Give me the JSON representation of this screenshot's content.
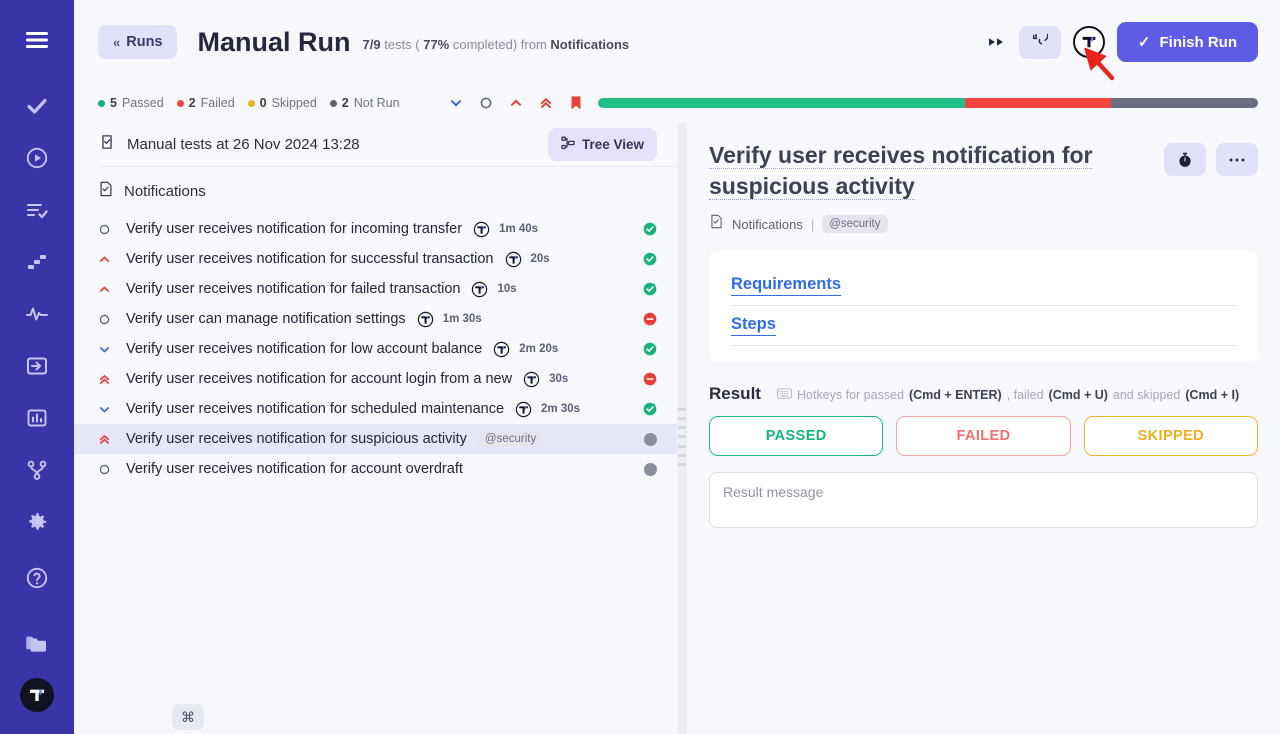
{
  "app": {
    "rail_icons": [
      {
        "name": "hamburger-menu-icon"
      },
      {
        "name": "check-icon"
      },
      {
        "name": "play-circle-icon"
      },
      {
        "name": "list-check-icon"
      },
      {
        "name": "steps-icon"
      },
      {
        "name": "activity-pulse-icon"
      },
      {
        "name": "import-arrow-icon"
      },
      {
        "name": "bar-chart-icon"
      },
      {
        "name": "git-branch-icon"
      },
      {
        "name": "gear-icon"
      },
      {
        "name": "help-circle-icon"
      },
      {
        "name": "folder-icon"
      }
    ],
    "avatar_letter": "T"
  },
  "header": {
    "back_label": "Runs",
    "back_chevron": "«",
    "title": "Manual Run",
    "subtitle_count": "7/9",
    "subtitle_tests": "tests (",
    "subtitle_percent": "77%",
    "subtitle_completed": "completed) from",
    "subtitle_source": "Notifications",
    "fast_forward_icon": "fast-forward-icon",
    "timer_button_icon": "timer-reset-icon",
    "logo_letter": "T",
    "finish_label": "Finish Run",
    "finish_check": "✓",
    "finish_color": "#5c5ce5"
  },
  "status": {
    "counts": [
      {
        "value": "5",
        "label": "Passed",
        "color": "#13b37c"
      },
      {
        "value": "2",
        "label": "Failed",
        "color": "#f3453f"
      },
      {
        "value": "0",
        "label": "Skipped",
        "color": "#f0ae1e"
      },
      {
        "value": "2",
        "label": "Not Run",
        "color": "#5e6376"
      }
    ],
    "priority_filters": [
      {
        "name": "priority-low-filter",
        "glyph": "chevron-down",
        "color": "#3e6ae1"
      },
      {
        "name": "priority-medium-filter",
        "glyph": "circle",
        "color": "#5e6376"
      },
      {
        "name": "priority-high-filter",
        "glyph": "chevron-up",
        "color": "#e8413c"
      },
      {
        "name": "priority-critical-filter",
        "glyph": "double-chevron-up",
        "color": "#e8413c"
      },
      {
        "name": "priority-blocker-filter",
        "glyph": "flag",
        "color": "#e8413c"
      }
    ],
    "progress": {
      "passed_pct": 55.6,
      "failed_pct": 22.2,
      "notrun_pct": 22.2,
      "passed_color": "#1fbf85",
      "failed_color": "#f3453f",
      "notrun_color": "#6a6e80"
    }
  },
  "list": {
    "header_icon": "clipboard-check-icon",
    "header_title": "Manual tests at 26 Nov 2024 13:28",
    "tree_view_label": "Tree View",
    "tree_view_icon": "tree-view-icon",
    "suite_icon": "file-check-icon",
    "suite_name": "Notifications",
    "tests": [
      {
        "priority": "circle",
        "name": "Verify user receives notification for incoming transfer",
        "has_logo": true,
        "duration": "1m 40s",
        "tag": "",
        "status": "passed"
      },
      {
        "priority": "chevron-up",
        "name": "Verify user receives notification for successful transaction",
        "has_logo": true,
        "duration": "20s",
        "tag": "",
        "status": "passed"
      },
      {
        "priority": "chevron-up",
        "name": "Verify user receives notification for failed transaction",
        "has_logo": true,
        "duration": "10s",
        "tag": "",
        "status": "passed"
      },
      {
        "priority": "circle",
        "name": "Verify user can manage notification settings",
        "has_logo": true,
        "duration": "1m 30s",
        "tag": "",
        "status": "failed"
      },
      {
        "priority": "chevron-down",
        "name": "Verify user receives notification for low account balance",
        "has_logo": true,
        "duration": "2m 20s",
        "tag": "",
        "status": "passed"
      },
      {
        "priority": "double-chevron-up",
        "name": "Verify user receives notification for account login from a new",
        "has_logo": true,
        "duration": "30s",
        "tag": "",
        "status": "failed"
      },
      {
        "priority": "chevron-down",
        "name": "Verify user receives notification for scheduled maintenance",
        "has_logo": true,
        "duration": "2m 30s",
        "tag": "",
        "status": "passed"
      },
      {
        "priority": "double-chevron-up",
        "name": "Verify user receives notification for suspicious activity",
        "has_logo": false,
        "duration": "",
        "tag": "@security",
        "status": "notrun",
        "selected": true
      },
      {
        "priority": "circle",
        "name": "Verify user receives notification for account overdraft",
        "has_logo": false,
        "duration": "",
        "tag": "",
        "status": "notrun"
      }
    ]
  },
  "detail": {
    "title": "Verify user receives notification for suspicious activity",
    "timer_icon": "stopwatch-icon",
    "more_icon": "ellipsis-icon",
    "breadcrumb_icon": "file-check-icon",
    "breadcrumb_suite": "Notifications",
    "breadcrumb_divider": "|",
    "breadcrumb_tag": "@security",
    "sections": [
      {
        "label": "Requirements"
      },
      {
        "label": "Steps"
      }
    ],
    "result": {
      "title": "Result",
      "hotkeys_icon": "keyboard-icon",
      "hotkeys_prefix": "Hotkeys for passed",
      "hotkeys_passed_key": "(Cmd + ENTER)",
      "hotkeys_mid": ", failed",
      "hotkeys_failed_key": "(Cmd + U)",
      "hotkeys_and": "and skipped",
      "hotkeys_skipped_key": "(Cmd + I)",
      "buttons": [
        {
          "label": "PASSED",
          "color": "#13b37c"
        },
        {
          "label": "FAILED",
          "color": "#f46e6e"
        },
        {
          "label": "SKIPPED",
          "color": "#f0ae1e"
        }
      ],
      "message_placeholder": "Result message",
      "message_value": ""
    }
  },
  "footer": {
    "cmd_symbol": "⌘"
  },
  "annotation": {
    "arrow_color": "#e8231e",
    "points_to": "timer-reset-button"
  }
}
